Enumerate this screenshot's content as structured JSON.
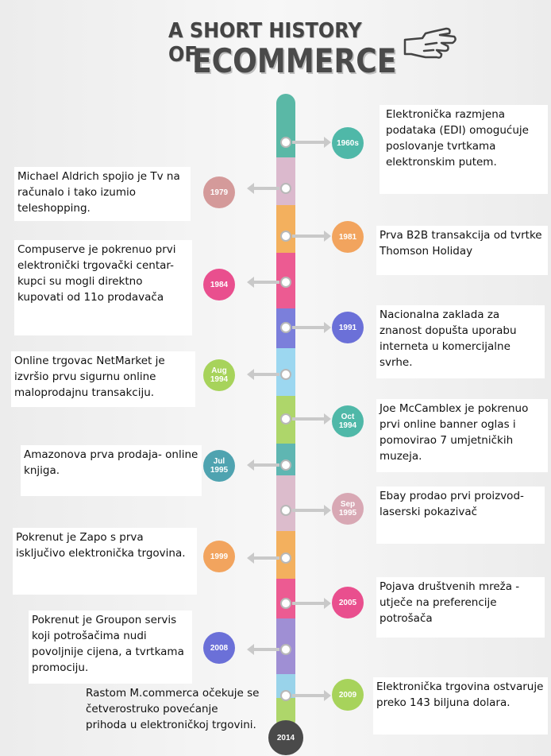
{
  "title": {
    "line1": "A SHORT HISTORY OF",
    "line2": "ECOMMERCE"
  },
  "colors": {
    "teal": "#4fb8a8",
    "pink_light": "#d8b2c8",
    "orange": "#f2a45e",
    "pink": "#e94f8e",
    "blue": "#6b70d8",
    "light_blue": "#8fd0ec",
    "green": "#a7d35b",
    "purple": "#9a88d0",
    "dark": "#4a4a4a"
  },
  "events": [
    {
      "year": "1960s",
      "color": "#4fb8a8",
      "text": "Elektronička razmjena podataka (EDI) omogućuje poslovanje tvrtkama elektronskim putem."
    },
    {
      "year": "1979",
      "color": "#d49a9a",
      "text": "Michael Aldrich spojio je Tv na računalo i tako izumio teleshopping."
    },
    {
      "year": "1981",
      "color": "#f2a45e",
      "text": "Prva B2B transakcija od tvrtke Thomson Holiday"
    },
    {
      "year": "1984",
      "color": "#e94f8e",
      "text": "Compuserve je pokrenuo prvi elektronički trgovački centar- kupci su mogli direktno kupovati od 11o prodavača"
    },
    {
      "year": "1991",
      "color": "#6b70d8",
      "text": "Nacionalna zaklada za znanost dopušta uporabu interneta u komercijalne svrhe."
    },
    {
      "year": "Aug\n1994",
      "color": "#a7d35b",
      "text": "Online trgovac NetMarket je izvršio prvu sigurnu online maloprodajnu transakciju."
    },
    {
      "year": "Oct\n1994",
      "color": "#4fb8a8",
      "text": "Joe McCamblex je pokrenuo prvi online banner oglas i pomovirao 7 umjetničkih muzeja."
    },
    {
      "year": "Jul\n1995",
      "color": "#4fa3b0",
      "text": "Amazonova prva prodaja- online knjiga."
    },
    {
      "year": "Sep\n1995",
      "color": "#d8a8b4",
      "text": "Ebay prodao prvi proizvod- laserski pokazivač"
    },
    {
      "year": "1999",
      "color": "#f2a45e",
      "text": "Pokrenut je Zapo s prva isključivo elektronička trgovina."
    },
    {
      "year": "2005",
      "color": "#e94f8e",
      "text": "Pojava društvenih mreža - utječe na preferencije potrošača"
    },
    {
      "year": "2008",
      "color": "#6b70d8",
      "text": "Pokrenut je Groupon servis koji potrošačima nudi povoljnije cijena, a tvrtkama promociju."
    },
    {
      "year": "2009",
      "color": "#a7d35b",
      "text": "Elektronička trgovina ostvaruje preko 143 biljuna dolara."
    },
    {
      "year": "2014",
      "color": "#4a4a4a",
      "text": "Rastom M.commerca očekuje se četverostruko povećanje prihoda u elektroničkoj trgovini."
    }
  ]
}
